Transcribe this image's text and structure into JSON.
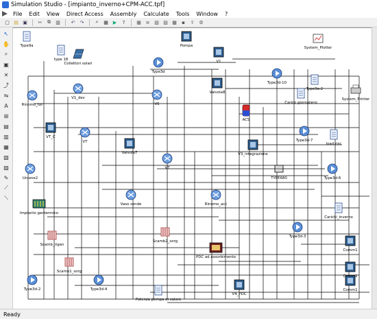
{
  "window": {
    "title": "Simulation Studio - [impianto_inverno+CPM-ACC.tpf]"
  },
  "menus": [
    "File",
    "Edit",
    "View",
    "Direct Access",
    "Assembly",
    "Calculate",
    "Tools",
    "Window",
    "?"
  ],
  "toolbar_icons": [
    "new-icon",
    "open-icon",
    "save-icon",
    "cut-icon",
    "copy-icon",
    "paste-icon",
    "undo-icon",
    "redo-icon",
    "zoom-icon",
    "print-icon",
    "run-icon",
    "help-icon",
    "grid-icon",
    "align-icon",
    "layout-icon",
    "layer-icon",
    "view-icon",
    "unit-icon",
    "export-icon",
    "settings-icon"
  ],
  "palette_icons": [
    "pointer-icon",
    "hand-icon",
    "zoom-icon",
    "fit-icon",
    "delete-icon",
    "link-icon",
    "connect-icon",
    "text-icon",
    "macro-icon",
    "component-icon",
    "control-icon",
    "hydraulic-icon",
    "weather-icon",
    "output-icon",
    "script-icon",
    "bus-icon",
    "bus-icon-2"
  ],
  "components": [
    {
      "label": "Type9a",
      "icon": "file"
    },
    {
      "label": "type 18",
      "icon": "file"
    },
    {
      "label": "Collettori solari",
      "icon": "solar"
    },
    {
      "label": "Pompa",
      "icon": "box"
    },
    {
      "label": "V1",
      "icon": "box"
    },
    {
      "label": "Type3d",
      "icon": "pump"
    },
    {
      "label": "Valvola8",
      "icon": "box"
    },
    {
      "label": "Type3d-10",
      "icon": "pump"
    },
    {
      "label": "System_Plotter",
      "icon": "plotter"
    },
    {
      "label": "Type9a-2",
      "icon": "file"
    },
    {
      "label": "Rinomo_tor",
      "icon": "valve"
    },
    {
      "label": "V1_dev",
      "icon": "valve"
    },
    {
      "label": "V6",
      "icon": "valve"
    },
    {
      "label": "Carico giornaliero",
      "icon": "file"
    },
    {
      "label": "System_Printer",
      "icon": "printer"
    },
    {
      "label": "ACS",
      "icon": "tank"
    },
    {
      "label": "VT_C",
      "icon": "box"
    },
    {
      "label": "VT",
      "icon": "valve"
    },
    {
      "label": "Type3d-7",
      "icon": "pump"
    },
    {
      "label": "load risc",
      "icon": "file"
    },
    {
      "label": "Valvola7",
      "icon": "box"
    },
    {
      "label": "V7",
      "icon": "valve"
    },
    {
      "label": "V3_integrazione",
      "icon": "box"
    },
    {
      "label": "TYPE680",
      "icon": "hx"
    },
    {
      "label": "Unione2",
      "icon": "valve"
    },
    {
      "label": "Type3d-6",
      "icon": "pump"
    },
    {
      "label": "Vaso sonde",
      "icon": "valve"
    },
    {
      "label": "Rinomo_acc",
      "icon": "valve"
    },
    {
      "label": "Impianto geotermico",
      "icon": "geo"
    },
    {
      "label": "Carichi_inverno",
      "icon": "file"
    },
    {
      "label": "Type3d-3",
      "icon": "pump"
    },
    {
      "label": "Scamb_rigen",
      "icon": "hx2"
    },
    {
      "label": "Scamb2_sorg",
      "icon": "hx2"
    },
    {
      "label": "Comm1",
      "icon": "box"
    },
    {
      "label": "PDC ad assorbimento",
      "icon": "pdc"
    },
    {
      "label": "Scamb1_sorg",
      "icon": "hx2"
    },
    {
      "label": "Comm1",
      "icon": "box"
    },
    {
      "label": "Type3d-2",
      "icon": "pump"
    },
    {
      "label": "Type3d-4",
      "icon": "pump"
    },
    {
      "label": "Potenza pompa di calore",
      "icon": "file"
    },
    {
      "label": "V4_PDC",
      "icon": "box"
    },
    {
      "label": "Comm1",
      "icon": "box"
    }
  ],
  "status": {
    "text": "Ready"
  }
}
